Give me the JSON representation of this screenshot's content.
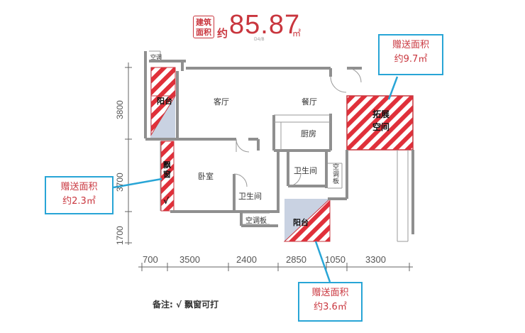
{
  "header": {
    "badge_line1": "建筑",
    "badge_line2": "面积",
    "area_prefix": "约",
    "area_value": "85.87",
    "area_unit": "㎡",
    "plan_code": "D4/B"
  },
  "rooms": {
    "living": "客厅",
    "dining": "餐厅",
    "kitchen": "厨房",
    "bedroom": "卧室",
    "bath1": "卫生间",
    "bath2": "卫生间",
    "ac_board1": "空调板",
    "ac_board2": "空调板",
    "ac_top": "空调",
    "bay": "飘窗",
    "balcony1": "阳台",
    "balcony2": "阳台",
    "extension": "拓展空间",
    "check": "√"
  },
  "callouts": [
    {
      "line1": "赠送面积",
      "line2": "约9.7㎡"
    },
    {
      "line1": "赠送面积",
      "line2": "约2.3㎡"
    },
    {
      "line1": "赠送面积",
      "line2": "约3.6㎡"
    }
  ],
  "dimensions": {
    "horizontal": [
      "700",
      "3500",
      "2400",
      "2850",
      "1050",
      "3300"
    ],
    "vertical": [
      "3800",
      "3700",
      "1700"
    ]
  },
  "note": "备注: √ 飘窗可打",
  "colors": {
    "accent": "#c9363e",
    "callout_border": "#28a5d6",
    "wall": "#9a9a9a",
    "floor": "#c9d2e2"
  }
}
